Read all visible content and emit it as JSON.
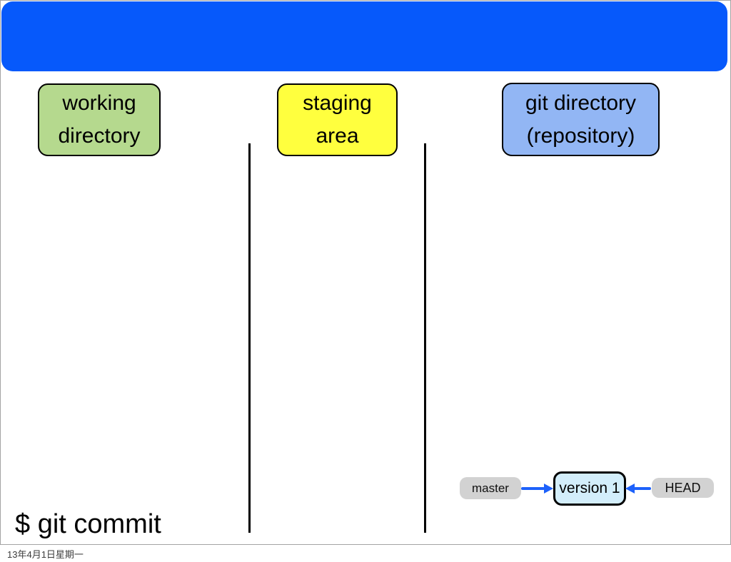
{
  "slide": {
    "title_bar": {
      "text": ""
    },
    "boxes": {
      "working": {
        "line1": "working",
        "line2": "directory",
        "fill": "#b5d98e"
      },
      "staging": {
        "line1": "staging",
        "line2": "area",
        "fill": "#ffff3e"
      },
      "git": {
        "line1": "git directory",
        "line2": "(repository)",
        "fill": "#92b6f4"
      }
    },
    "command": "$ git commit",
    "graph": {
      "master_label": "master",
      "version_label": "version 1",
      "head_label": "HEAD",
      "arrow_color": "#1d61fb",
      "pill_color": "#d2d2d2",
      "version_fill": "#d3eefb"
    },
    "header_color": "#0659fb",
    "footer_date": "13年4月1日星期一"
  }
}
